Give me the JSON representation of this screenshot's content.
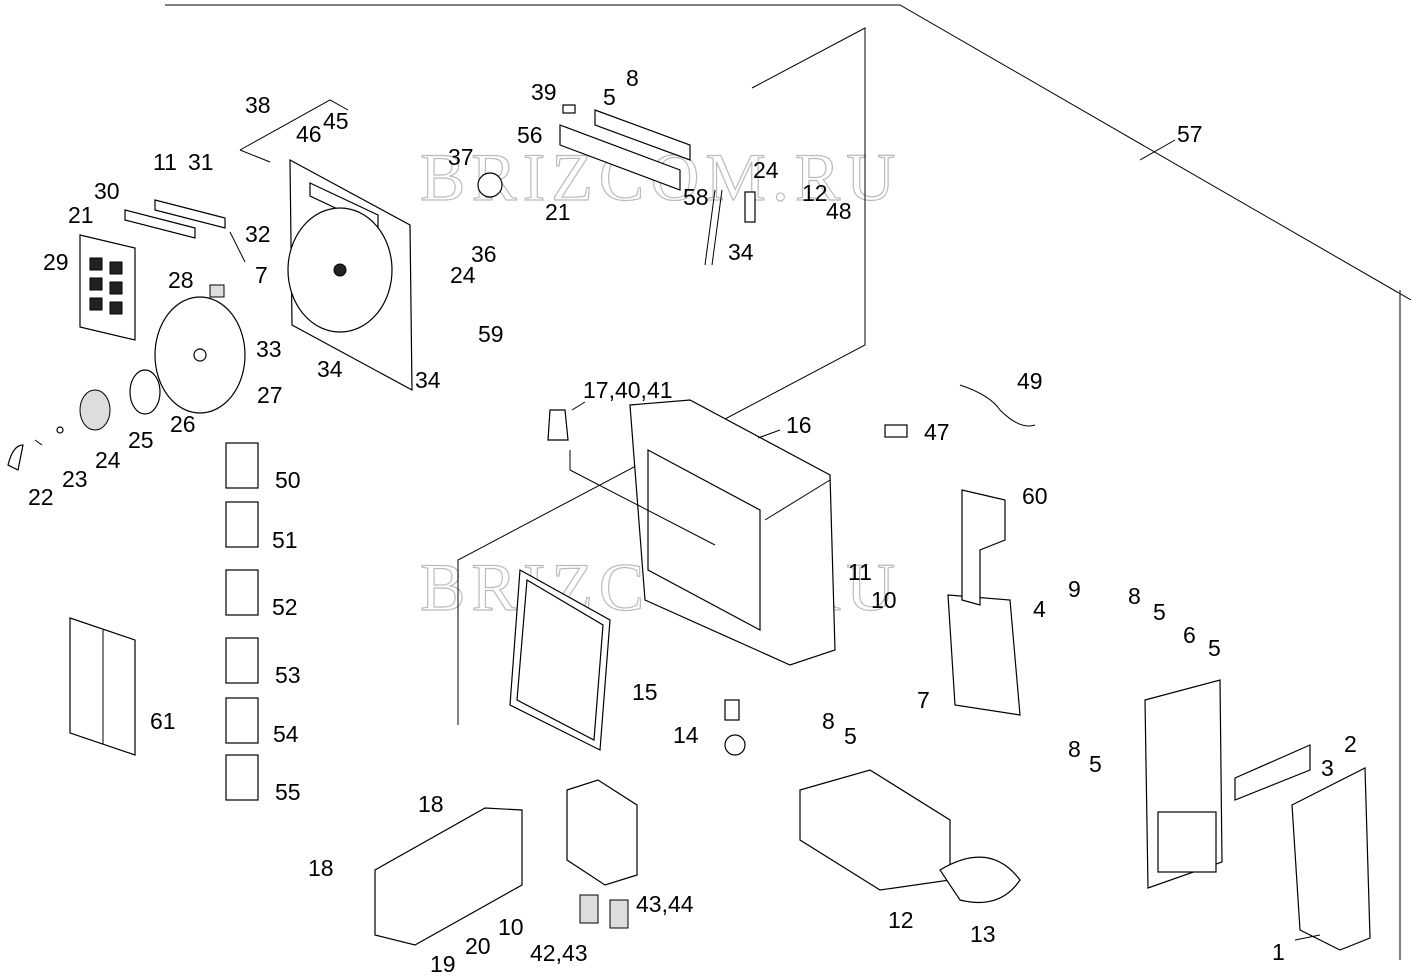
{
  "diagram": {
    "title": "Exploded parts diagram",
    "watermark": "BRIZCOM.RU",
    "labels": [
      {
        "id": "l57",
        "text": "57"
      },
      {
        "id": "l38",
        "text": "38"
      },
      {
        "id": "l45",
        "text": "45"
      },
      {
        "id": "l46",
        "text": "46"
      },
      {
        "id": "l37",
        "text": "37"
      },
      {
        "id": "l39",
        "text": "39"
      },
      {
        "id": "l8a",
        "text": "8"
      },
      {
        "id": "l5a",
        "text": "5"
      },
      {
        "id": "l56",
        "text": "56"
      },
      {
        "id": "l21a",
        "text": "21"
      },
      {
        "id": "l58",
        "text": "58"
      },
      {
        "id": "l24a",
        "text": "24"
      },
      {
        "id": "l12a",
        "text": "12"
      },
      {
        "id": "l48",
        "text": "48"
      },
      {
        "id": "l34a",
        "text": "34"
      },
      {
        "id": "l11a",
        "text": "11"
      },
      {
        "id": "l31",
        "text": "31"
      },
      {
        "id": "l30",
        "text": "30"
      },
      {
        "id": "l21b",
        "text": "21"
      },
      {
        "id": "l32",
        "text": "32"
      },
      {
        "id": "l7a",
        "text": "7"
      },
      {
        "id": "l29",
        "text": "29"
      },
      {
        "id": "l28",
        "text": "28"
      },
      {
        "id": "l36",
        "text": "36"
      },
      {
        "id": "l24b",
        "text": "24"
      },
      {
        "id": "l59",
        "text": "59"
      },
      {
        "id": "l33",
        "text": "33"
      },
      {
        "id": "l34b",
        "text": "34"
      },
      {
        "id": "l34c",
        "text": "34"
      },
      {
        "id": "l27",
        "text": "27"
      },
      {
        "id": "l26",
        "text": "26"
      },
      {
        "id": "l25",
        "text": "25"
      },
      {
        "id": "l24c",
        "text": "24"
      },
      {
        "id": "l23",
        "text": "23"
      },
      {
        "id": "l22",
        "text": "22"
      },
      {
        "id": "l50",
        "text": "50"
      },
      {
        "id": "l51",
        "text": "51"
      },
      {
        "id": "l52",
        "text": "52"
      },
      {
        "id": "l53",
        "text": "53"
      },
      {
        "id": "l54",
        "text": "54"
      },
      {
        "id": "l55",
        "text": "55"
      },
      {
        "id": "l61",
        "text": "61"
      },
      {
        "id": "l17",
        "text": "17,40,41"
      },
      {
        "id": "l16",
        "text": "16"
      },
      {
        "id": "l49",
        "text": "49"
      },
      {
        "id": "l47",
        "text": "47"
      },
      {
        "id": "l60",
        "text": "60"
      },
      {
        "id": "l11b",
        "text": "11"
      },
      {
        "id": "l10a",
        "text": "10"
      },
      {
        "id": "l4",
        "text": "4"
      },
      {
        "id": "l9",
        "text": "9"
      },
      {
        "id": "l8b",
        "text": "8"
      },
      {
        "id": "l5b",
        "text": "5"
      },
      {
        "id": "l6",
        "text": "6"
      },
      {
        "id": "l5c",
        "text": "5"
      },
      {
        "id": "l7b",
        "text": "7"
      },
      {
        "id": "l15",
        "text": "15"
      },
      {
        "id": "l14",
        "text": "14"
      },
      {
        "id": "l8c",
        "text": "8"
      },
      {
        "id": "l5d",
        "text": "5"
      },
      {
        "id": "l8d",
        "text": "8"
      },
      {
        "id": "l5e",
        "text": "5"
      },
      {
        "id": "l2",
        "text": "2"
      },
      {
        "id": "l3",
        "text": "3"
      },
      {
        "id": "l18a",
        "text": "18"
      },
      {
        "id": "l18b",
        "text": "18"
      },
      {
        "id": "l10b",
        "text": "10"
      },
      {
        "id": "l20",
        "text": "20"
      },
      {
        "id": "l19",
        "text": "19"
      },
      {
        "id": "l42",
        "text": "42,43"
      },
      {
        "id": "l43",
        "text": "43,44"
      },
      {
        "id": "l12b",
        "text": "12"
      },
      {
        "id": "l13",
        "text": "13"
      },
      {
        "id": "l1",
        "text": "1"
      }
    ]
  }
}
